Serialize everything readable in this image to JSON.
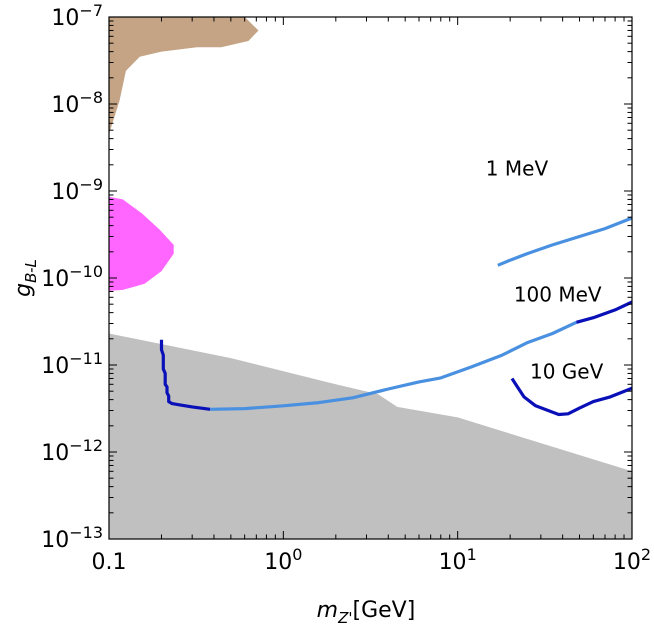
{
  "chart_data": {
    "type": "line",
    "xlabel": "m_{Z'}[GeV]",
    "xlabel_main": "m",
    "xlabel_sub": "Z'",
    "xlabel_unit": "[GeV]",
    "ylabel": "g_{B-L}",
    "ylabel_main": "g",
    "ylabel_sub": "B-L",
    "xscale": "log",
    "yscale": "log",
    "xlim": [
      0.1,
      100
    ],
    "ylim": [
      1e-13,
      1e-07
    ],
    "grid": false,
    "x_ticks": [
      {
        "value": 0.1,
        "label": "0.1"
      },
      {
        "value": 1,
        "base": "10",
        "exp": "0"
      },
      {
        "value": 10,
        "base": "10",
        "exp": "1"
      },
      {
        "value": 100,
        "base": "10",
        "exp": "2"
      }
    ],
    "y_ticks": [
      {
        "value": 1e-13,
        "base": "10",
        "exp": "−13"
      },
      {
        "value": 1e-12,
        "base": "10",
        "exp": "−12"
      },
      {
        "value": 1e-11,
        "base": "10",
        "exp": "−11"
      },
      {
        "value": 1e-10,
        "base": "10",
        "exp": "−10"
      },
      {
        "value": 1e-09,
        "base": "10",
        "exp": "−9"
      },
      {
        "value": 1e-08,
        "base": "10",
        "exp": "−8"
      },
      {
        "value": 1e-07,
        "base": "10",
        "exp": "−7"
      }
    ],
    "regions": [
      {
        "color": "#c0c0c0",
        "points": [
          [
            0.1,
            2.3e-11
          ],
          [
            0.5,
            1.2e-11
          ],
          [
            2,
            6e-12
          ],
          [
            3.5,
            4.6e-12
          ],
          [
            4.5,
            3.3e-12
          ],
          [
            10,
            2.5e-12
          ],
          [
            100,
            6e-13
          ],
          [
            100,
            1e-13
          ],
          [
            0.1,
            1e-13
          ]
        ]
      },
      {
        "color": "#c4a484",
        "points": [
          [
            0.1,
            1e-07
          ],
          [
            0.6,
            1e-07
          ],
          [
            0.72,
            7e-08
          ],
          [
            0.63,
            5.3e-08
          ],
          [
            0.44,
            4.5e-08
          ],
          [
            0.32,
            4.5e-08
          ],
          [
            0.2,
            4e-08
          ],
          [
            0.15,
            3.5e-08
          ],
          [
            0.125,
            2.4e-08
          ],
          [
            0.115,
            1.1e-08
          ],
          [
            0.1,
            4.5e-09
          ]
        ]
      },
      {
        "color": "#ff66ff",
        "points": [
          [
            0.1,
            8.6e-10
          ],
          [
            0.12,
            8e-10
          ],
          [
            0.155,
            5.5e-10
          ],
          [
            0.195,
            3.6e-10
          ],
          [
            0.235,
            2.4e-10
          ],
          [
            0.235,
            1.9e-10
          ],
          [
            0.2,
            1.2e-10
          ],
          [
            0.16,
            8.6e-11
          ],
          [
            0.12,
            7.3e-11
          ],
          [
            0.1,
            7.1e-11
          ]
        ]
      }
    ],
    "series": [
      {
        "name": "100 MeV",
        "label_anchor": [
          21,
          5.4e-11
        ],
        "segments": [
          {
            "color": "#0a10b8",
            "points": [
              [
                0.2,
                1.95e-11
              ],
              [
                0.2,
                1.5e-11
              ],
              [
                0.205,
                1.3e-11
              ],
              [
                0.205,
                9e-12
              ],
              [
                0.21,
                8e-12
              ],
              [
                0.21,
                6e-12
              ],
              [
                0.215,
                5.6e-12
              ],
              [
                0.215,
                4.8e-12
              ],
              [
                0.22,
                4.4e-12
              ],
              [
                0.22,
                3.8e-12
              ],
              [
                0.23,
                3.6e-12
              ],
              [
                0.25,
                3.5e-12
              ],
              [
                0.3,
                3.3e-12
              ],
              [
                0.38,
                3.1e-12
              ]
            ]
          },
          {
            "color": "#4a90e0",
            "points": [
              [
                0.38,
                3.1e-12
              ],
              [
                0.6,
                3.15e-12
              ],
              [
                1,
                3.4e-12
              ],
              [
                1.6,
                3.7e-12
              ],
              [
                2.5,
                4.2e-12
              ],
              [
                4,
                5.3e-12
              ],
              [
                6,
                6.4e-12
              ],
              [
                8,
                7.1e-12
              ],
              [
                12,
                9.5e-12
              ],
              [
                18,
                1.3e-11
              ],
              [
                25,
                1.8e-11
              ],
              [
                35,
                2.3e-11
              ],
              [
                48,
                3.1e-11
              ]
            ]
          },
          {
            "color": "#0a10b8",
            "points": [
              [
                48,
                3.1e-11
              ],
              [
                60,
                3.5e-11
              ],
              [
                80,
                4.3e-11
              ],
              [
                100,
                5.3e-11
              ]
            ]
          }
        ]
      },
      {
        "name": "1 MeV",
        "label_anchor": [
          14.5,
          1.5e-09
        ],
        "segments": [
          {
            "color": "#4a90e0",
            "points": [
              [
                17,
                1.4e-10
              ],
              [
                20,
                1.6e-10
              ],
              [
                25,
                1.9e-10
              ],
              [
                35,
                2.4e-10
              ],
              [
                50,
                3e-10
              ],
              [
                70,
                3.7e-10
              ],
              [
                100,
                4.9e-10
              ]
            ]
          }
        ]
      },
      {
        "name": "10 GeV",
        "label_anchor": [
          26,
          7e-12
        ],
        "segments": [
          {
            "color": "#0a10b8",
            "points": [
              [
                20.5,
                7e-12
              ],
              [
                22,
                5.6e-12
              ],
              [
                24,
                4.3e-12
              ],
              [
                28,
                3.4e-12
              ],
              [
                33,
                3e-12
              ],
              [
                38,
                2.7e-12
              ],
              [
                43,
                2.75e-12
              ],
              [
                50,
                3.2e-12
              ],
              [
                60,
                3.8e-12
              ],
              [
                75,
                4.3e-12
              ],
              [
                100,
                5.4e-12
              ]
            ]
          }
        ]
      }
    ]
  }
}
